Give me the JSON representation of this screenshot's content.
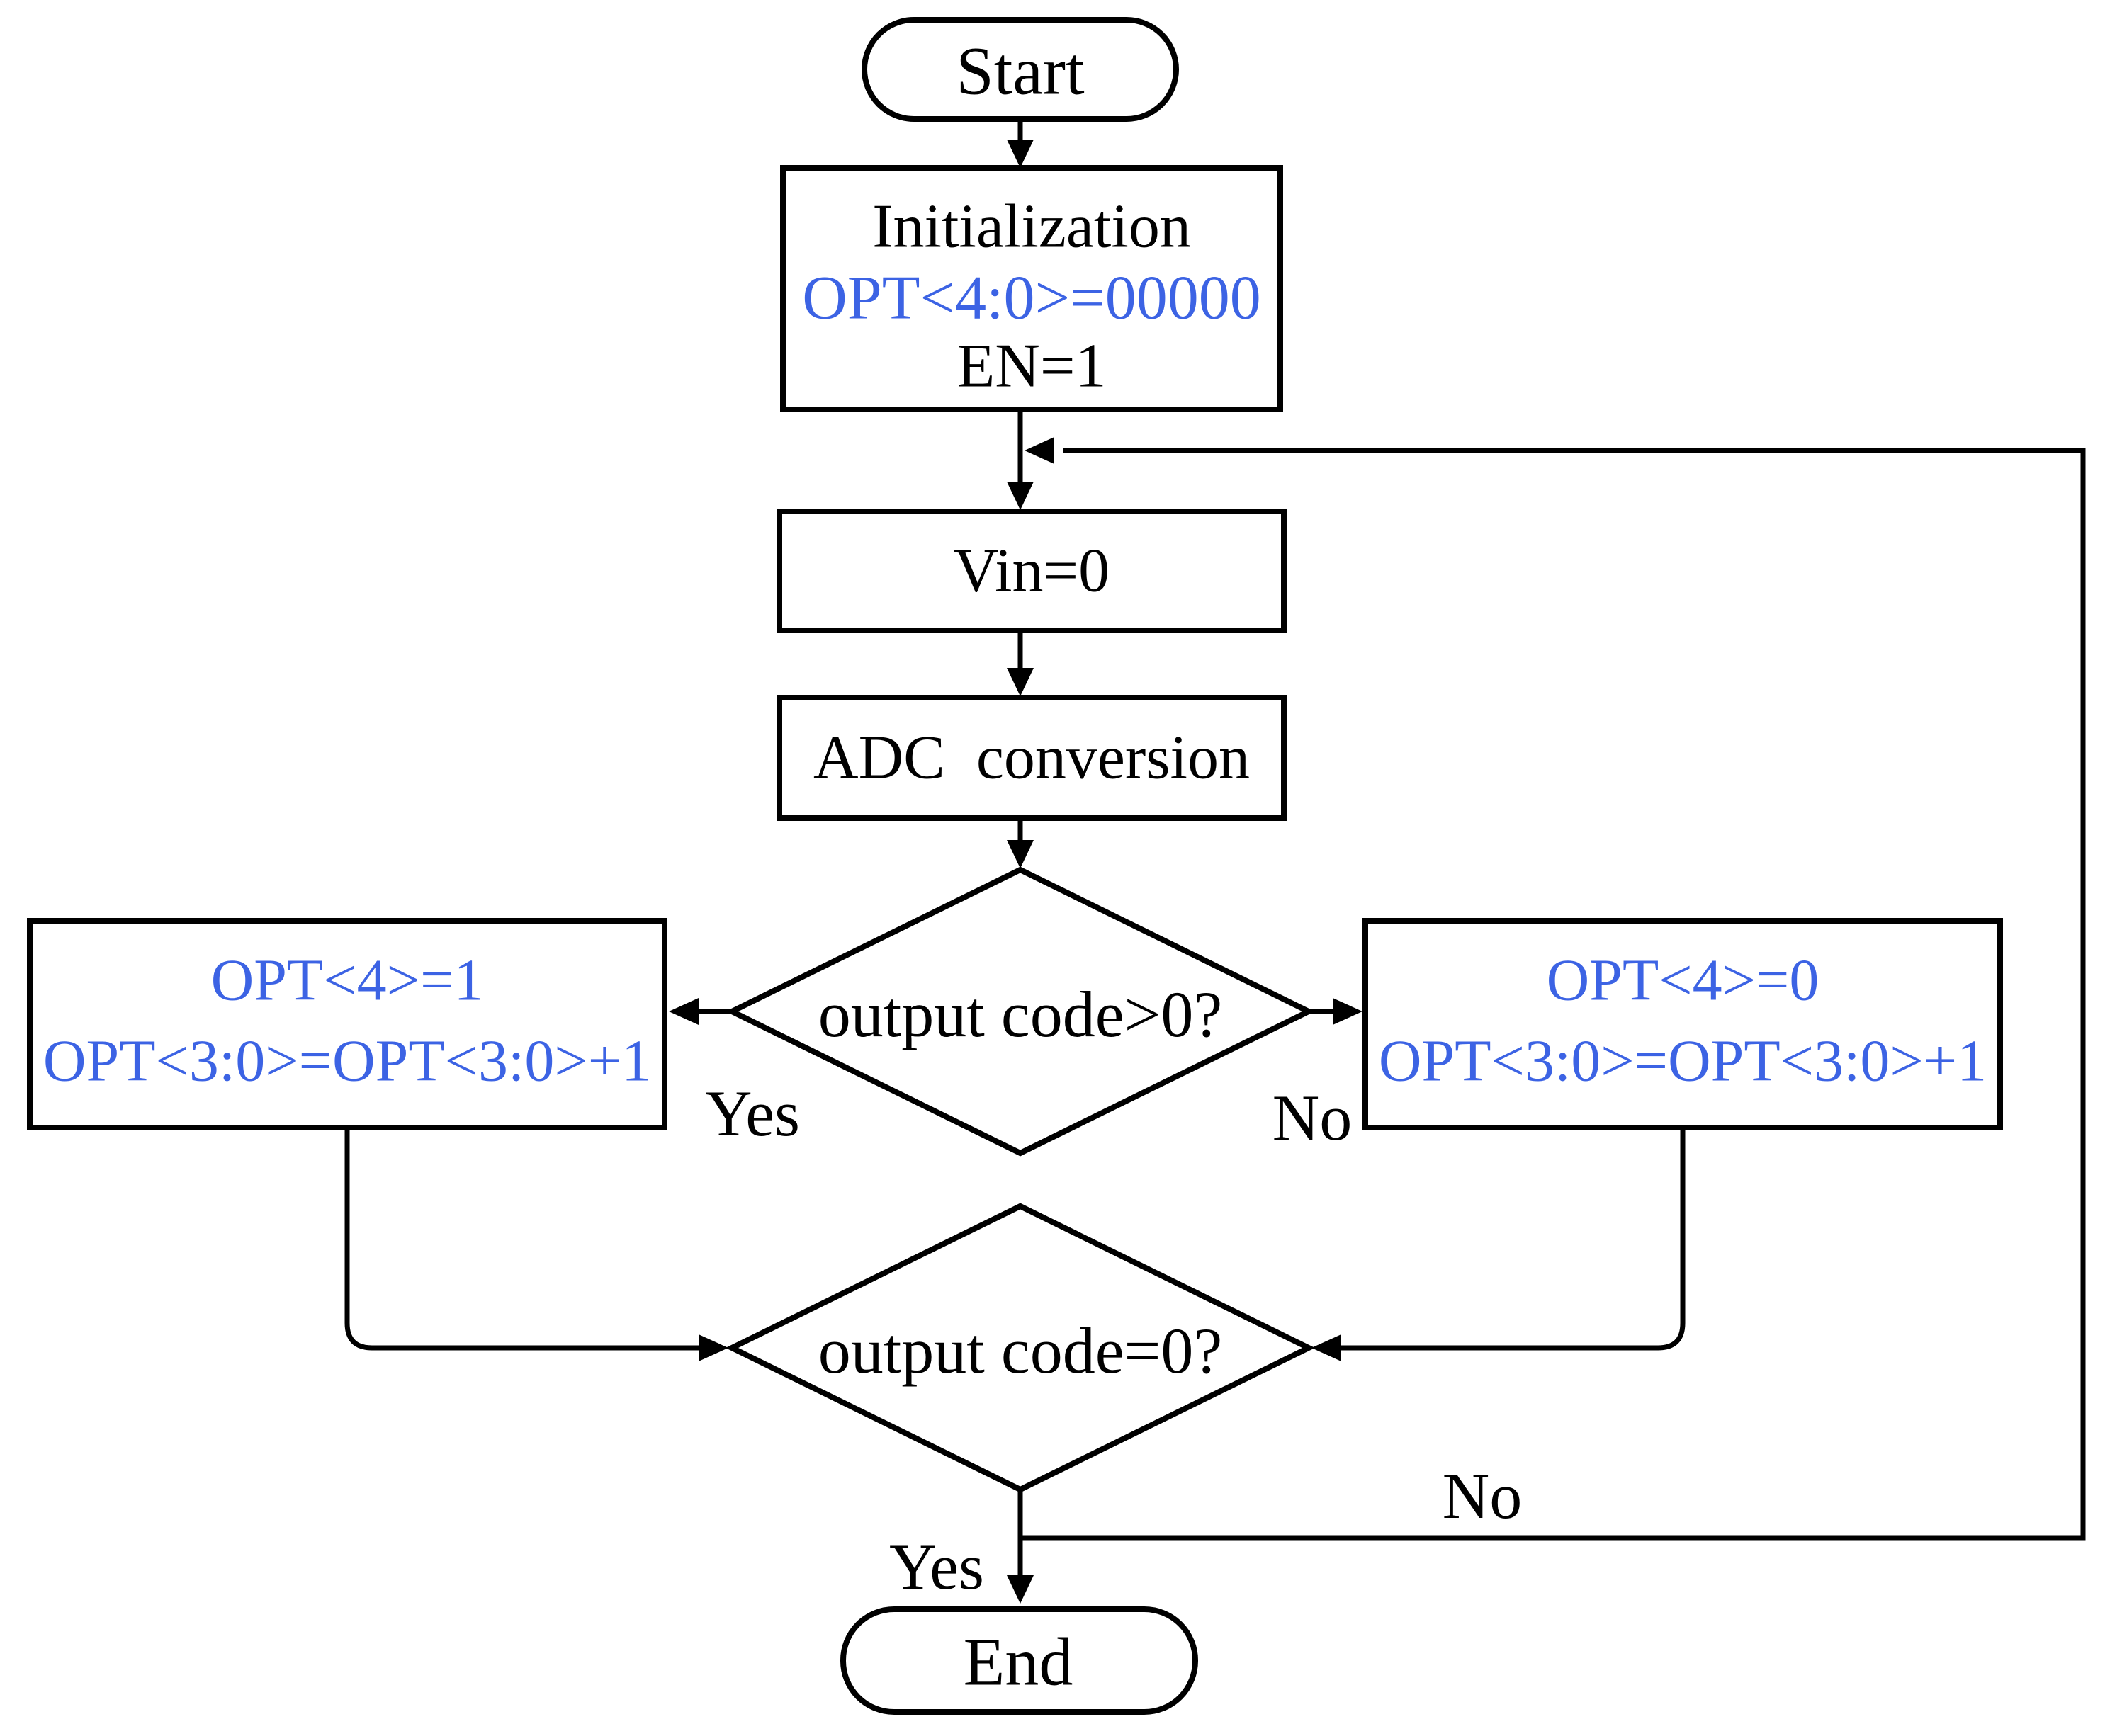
{
  "figure": {
    "background_color": "#FFFFFF",
    "stroke_color": "#000000",
    "accent_text_color": "#3C63E4"
  },
  "nodes": {
    "start": {
      "shape": "stadium",
      "label": "Start"
    },
    "init": {
      "shape": "rect",
      "line1": "Initialization",
      "line2": "OPT<4:0>=00000",
      "line3": "EN=1"
    },
    "set_vin": {
      "shape": "rect",
      "label": "Vin=0"
    },
    "adc_conversion": {
      "shape": "rect",
      "label": "ADC  conversion"
    },
    "decision_output_gt0": {
      "shape": "diamond",
      "label": "output code>0?"
    },
    "opt4_set": {
      "shape": "rect",
      "line1": "OPT<4>=1",
      "line2": "OPT<3:0>=OPT<3:0>+1"
    },
    "opt4_clear": {
      "shape": "rect",
      "line1": "OPT<4>=0",
      "line2": "OPT<3:0>=OPT<3:0>+1"
    },
    "decision_output_eq0": {
      "shape": "diamond",
      "label": "output code=0?"
    },
    "end": {
      "shape": "stadium",
      "label": "End"
    }
  },
  "edge_labels": {
    "gt0_yes": "Yes",
    "gt0_no": "No",
    "eq0_yes": "Yes",
    "eq0_no": "No"
  }
}
